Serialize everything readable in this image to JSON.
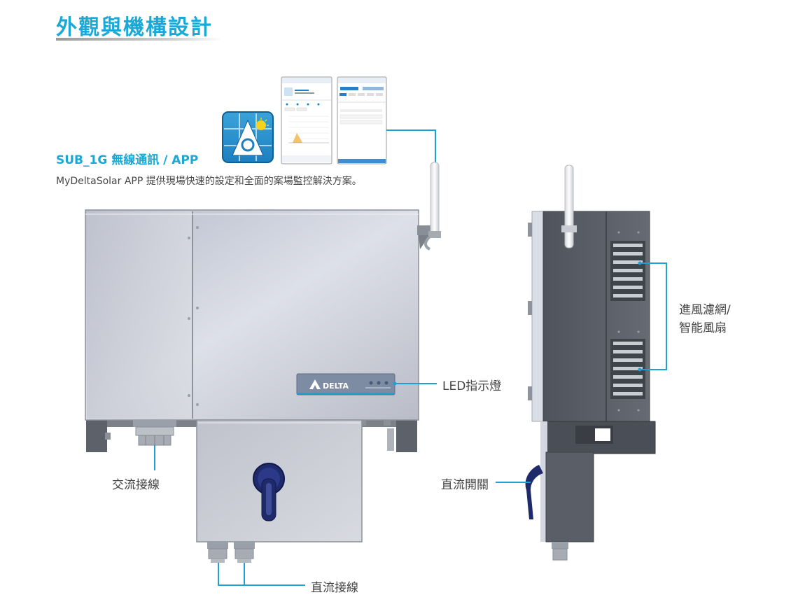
{
  "page": {
    "title": "外觀與機構設計",
    "app_section": {
      "heading": "SUB_1G 無線通訊 / APP",
      "description": "MyDeltaSolar APP 提供現場快速的設定和全面的案場監控解決方案。"
    },
    "brand_logo_text": "DELTA",
    "callouts": {
      "led": "LED指示燈",
      "ac": "交流接線",
      "dc_wiring": "直流接線",
      "dc_switch": "直流開關",
      "filter_line1": "進風濾網/",
      "filter_line2": "智能風扇"
    }
  },
  "colors": {
    "accent": "#1aa9d6",
    "callout_line": "#1ea0d4",
    "panel_steel": "#c9ccd6",
    "side_dark": "#5b6068",
    "knob_blue": "#1f2a6b"
  },
  "icons": [
    "app-icon",
    "delta-logo-icon",
    "antenna-icon",
    "dc-switch-knob-icon",
    "cable-gland-icon"
  ]
}
